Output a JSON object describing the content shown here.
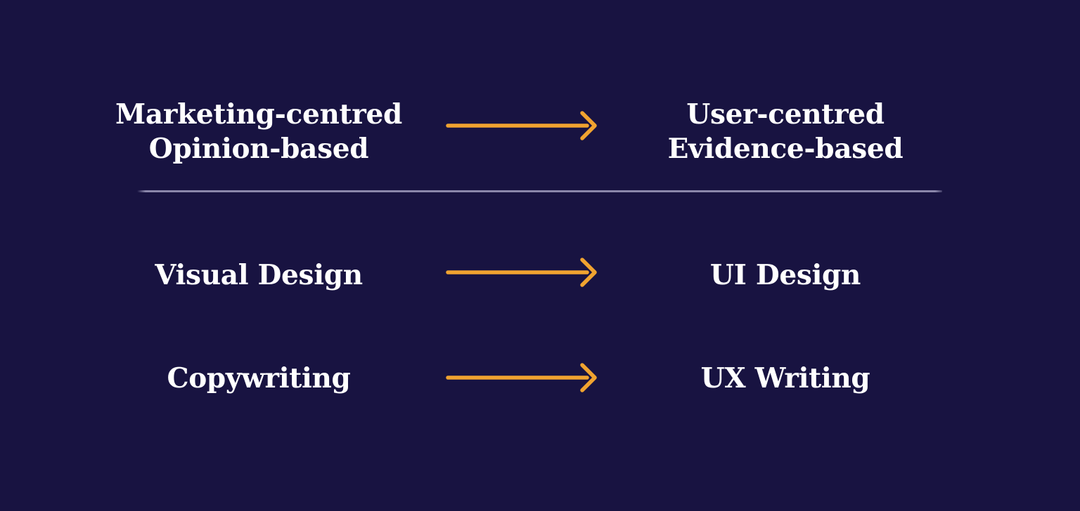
{
  "colors": {
    "bg_color": "#181341",
    "text_color": "#FFFFFF",
    "arrow_color": "#F0A330",
    "divider_color": "#8B87AB"
  },
  "diagram": {
    "description": "comparison of old terms transforming into new UX terms",
    "rows": [
      {
        "from": [
          "Marketing-centred",
          "Opinion-based"
        ],
        "to": [
          "User-centred",
          "Evidence-based"
        ]
      },
      {
        "from": [
          "Visual Design"
        ],
        "to": [
          "UI Design"
        ]
      },
      {
        "from": [
          "Copywriting"
        ],
        "to": [
          "UX Writing"
        ]
      }
    ],
    "connector": "right-arrow"
  }
}
